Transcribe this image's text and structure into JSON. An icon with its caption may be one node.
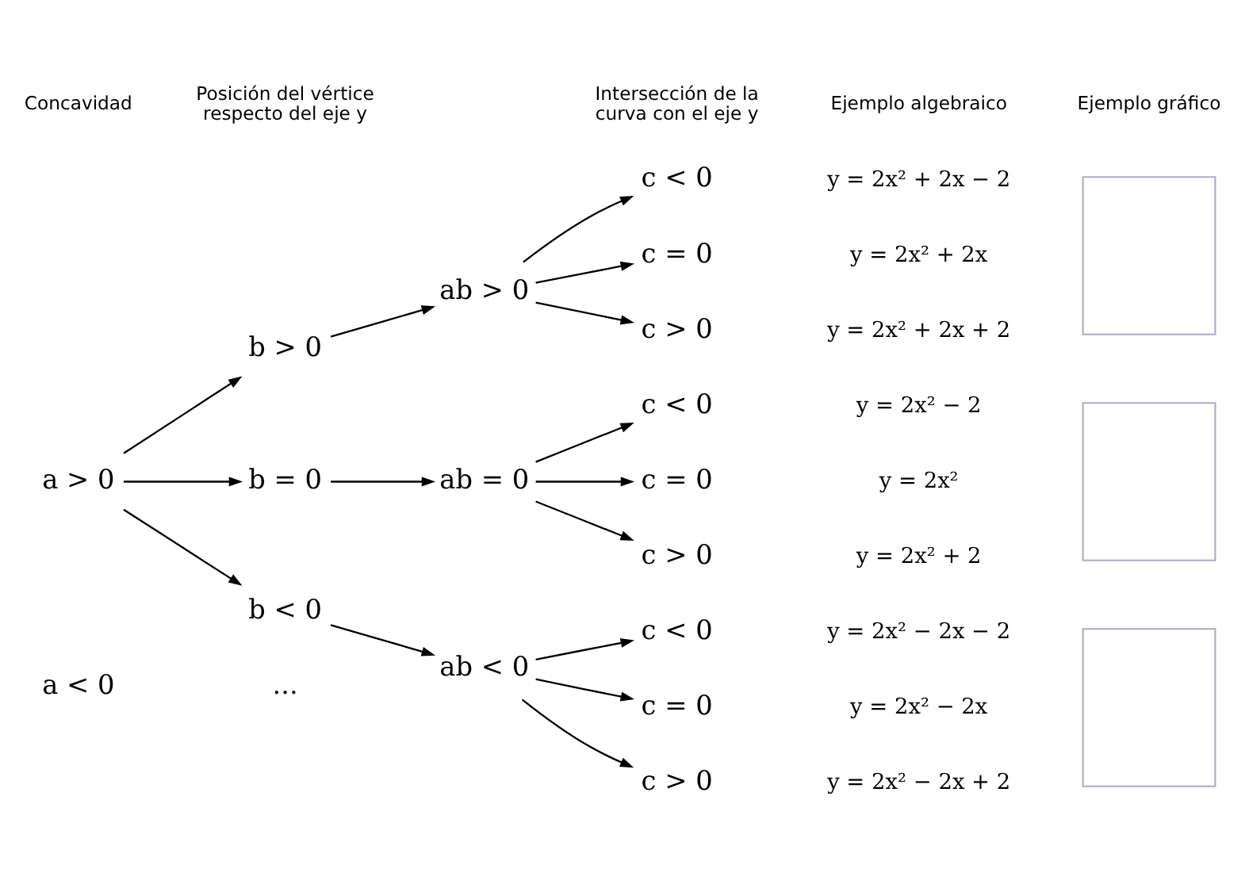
{
  "diagram": {
    "nodes": [
      {
        "text": [
          "a > 0"
        ]
      },
      {
        "text": [
          "b > 0"
        ]
      },
      {
        "text": [
          "ab > 0"
        ]
      },
      {
        "text": [
          "c < 0"
        ]
      },
      {
        "text": [
          "c = 0"
        ]
      },
      {
        "text": [
          "c > 0"
        ]
      },
      {
        "text": [
          "b = 0"
        ]
      },
      {
        "text": [
          "ab = 0"
        ]
      },
      {
        "text": [
          "c < 0"
        ]
      },
      {
        "text": [
          "c = 0"
        ]
      },
      {
        "text": [
          "c > 0"
        ]
      },
      {
        "text": [
          "b < 0"
        ]
      },
      {
        "text": [
          "ab < 0"
        ]
      },
      {
        "text": [
          "c < 0"
        ]
      },
      {
        "text": [
          "c = 0"
        ]
      },
      {
        "text": [
          "c > 0"
        ]
      },
      {
        "text": [],
        "shape": "box"
      },
      {
        "text": [],
        "shape": "box"
      },
      {
        "text": [],
        "shape": "box"
      }
    ],
    "edges": [
      {
        "from": 0,
        "to": 1,
        "arrow": "to"
      },
      {
        "from": 0,
        "to": 6,
        "arrow": "to"
      },
      {
        "from": 0,
        "to": 11,
        "arrow": "to"
      },
      {
        "from": 1,
        "to": 2,
        "arrow": "to"
      },
      {
        "from": 2,
        "to": 3,
        "arrow": "to"
      },
      {
        "from": 2,
        "to": 4,
        "arrow": "to"
      },
      {
        "from": 2,
        "to": 5,
        "arrow": "to"
      },
      {
        "from": 6,
        "to": 7,
        "arrow": "to"
      },
      {
        "from": 7,
        "to": 8,
        "arrow": "to"
      },
      {
        "from": 7,
        "to": 9,
        "arrow": "to"
      },
      {
        "from": 7,
        "to": 10,
        "arrow": "to"
      },
      {
        "from": 11,
        "to": 12,
        "arrow": "to"
      },
      {
        "from": 12,
        "to": 13,
        "arrow": "to"
      },
      {
        "from": 12,
        "to": 14,
        "arrow": "to"
      },
      {
        "from": 12,
        "to": 15,
        "arrow": "to"
      }
    ],
    "labels": [
      "Concavidad",
      "Posición del vértice respecto del eje y",
      "Intersección de la curva con el eje y",
      "Ejemplo algebraico",
      "Ejemplo gráfico",
      "y = 2x² + 2x − 2",
      "y = 2x² + 2x",
      "y = 2x² + 2x + 2",
      "y = 2x² − 2",
      "y = 2x²",
      "y = 2x² + 2",
      "y = 2x² − 2x − 2",
      "y = 2x² − 2x",
      "y = 2x² − 2x + 2",
      "a < 0",
      "..."
    ]
  }
}
